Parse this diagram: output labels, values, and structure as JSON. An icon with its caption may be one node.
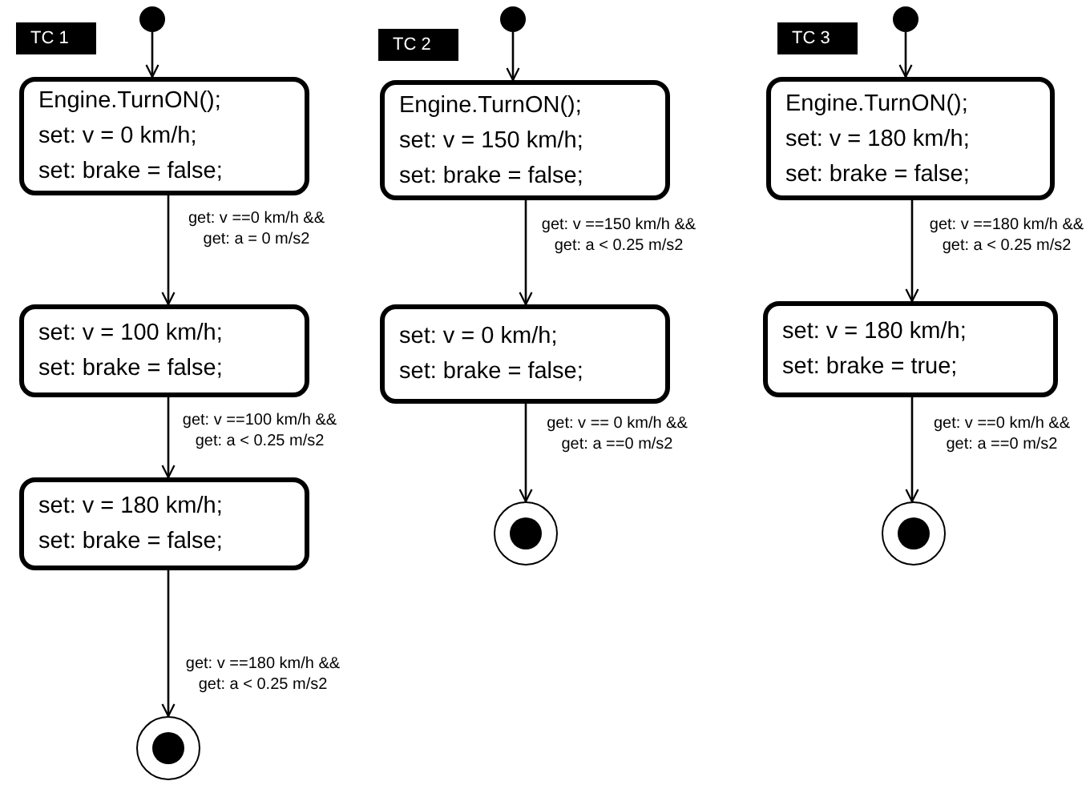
{
  "diagram": {
    "nodes": [
      {
        "text": [
          "TC 1"
        ]
      },
      {
        "text": [],
        "shape": "circle"
      },
      {
        "text": [
          "Engine.TurnON();",
          "set: v = 0 km/h;",
          "set: brake = false;"
        ]
      },
      {
        "text": [
          "set: v = 100 km/h;",
          "set: brake = false;"
        ]
      },
      {
        "text": [
          "set: v = 180 km/h;",
          "set: brake = false;"
        ]
      },
      {
        "text": [],
        "shape": "bullseye"
      },
      {
        "text": [
          "TC 2"
        ]
      },
      {
        "text": [],
        "shape": "circle"
      },
      {
        "text": [
          "Engine.TurnON();",
          "set: v = 150 km/h;",
          "set: brake = false;"
        ]
      },
      {
        "text": [
          "set: v = 0 km/h;",
          "set: brake = false;"
        ]
      },
      {
        "text": [],
        "shape": "bullseye"
      },
      {
        "text": [
          "TC 3"
        ]
      },
      {
        "text": [],
        "shape": "circle"
      },
      {
        "text": [
          "Engine.TurnON();",
          "set: v = 180 km/h;",
          "set: brake = false;"
        ]
      },
      {
        "text": [
          "set: v = 180 km/h;",
          "set: brake = true;"
        ]
      },
      {
        "text": [],
        "shape": "bullseye"
      }
    ],
    "edges": [
      {
        "from": 1,
        "to": 2,
        "arrow": "to"
      },
      {
        "from": 2,
        "to": 3,
        "arrow": "to",
        "label": "get: v ==0 km/h && get: a = 0 m/s2"
      },
      {
        "from": 3,
        "to": 4,
        "arrow": "to",
        "label": "get: v ==100 km/h && get: a < 0.25 m/s2"
      },
      {
        "from": 4,
        "to": 5,
        "arrow": "to",
        "label": "get: v ==180 km/h && get: a < 0.25 m/s2"
      },
      {
        "from": 7,
        "to": 8,
        "arrow": "to"
      },
      {
        "from": 8,
        "to": 9,
        "arrow": "to",
        "label": "get: v ==150 km/h && get: a < 0.25 m/s2"
      },
      {
        "from": 9,
        "to": 10,
        "arrow": "to",
        "label": "get: v == 0 km/h && get: a ==0 m/s2"
      },
      {
        "from": 12,
        "to": 13,
        "arrow": "to"
      },
      {
        "from": 13,
        "to": 14,
        "arrow": "to",
        "label": "get: v ==180 km/h && get: a < 0.25 m/s2"
      },
      {
        "from": 14,
        "to": 15,
        "arrow": "to",
        "label": "get: v ==0 km/h && get: a ==0 m/s2"
      }
    ]
  }
}
